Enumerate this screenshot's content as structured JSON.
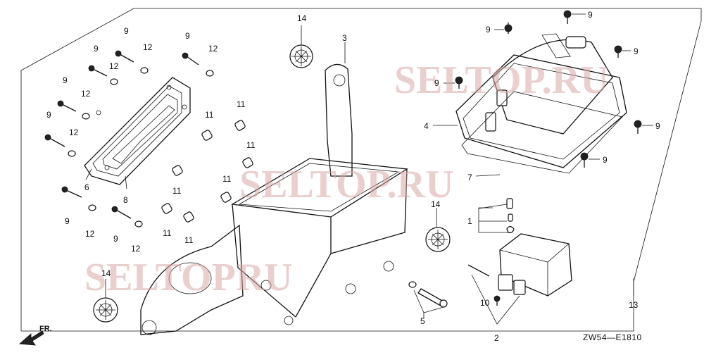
{
  "diagram": {
    "callouts": {
      "n1": "1",
      "n2": "2",
      "n3": "3",
      "n4": "4",
      "n5": "5",
      "n6": "6",
      "n7": "7",
      "n8": "8",
      "n10": "10",
      "n13": "13",
      "n9": "9",
      "n11": "11",
      "n12": "12",
      "n14": "14"
    },
    "drawing_code": "ZW54—E1810",
    "direction_label": "FR.",
    "watermark": "SELTOP.RU",
    "watermark_alt": "SELTOPRU"
  },
  "colors": {
    "line": "#111111",
    "watermark": "#d9a9a9",
    "background": "#ffffff"
  },
  "icons": [
    "front-direction-arrow-icon"
  ]
}
